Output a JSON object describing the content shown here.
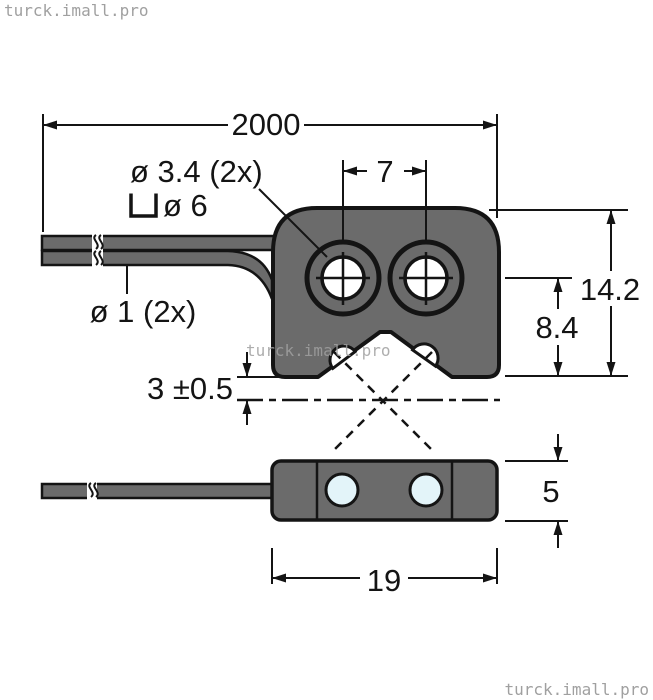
{
  "watermark": {
    "text": "turck.imall.pro"
  },
  "colors": {
    "body_fill": "#6b6b6b",
    "line": "#141414",
    "lens_fill": "#e3f4f9",
    "watermark": "#a0a0a0",
    "background": "#ffffff"
  },
  "dimensions": {
    "cable_length": "2000",
    "hole_spacing": "7",
    "total_height": "14.2",
    "center_height": "8.4",
    "hole_diameter": "ø 3.4 (2x)",
    "counterbore_diameter": "ø 6",
    "cable_diameter": "ø 1 (2x)",
    "sensing_distance": "3 ±0.5",
    "body_width": "19",
    "body_thickness": "5"
  }
}
